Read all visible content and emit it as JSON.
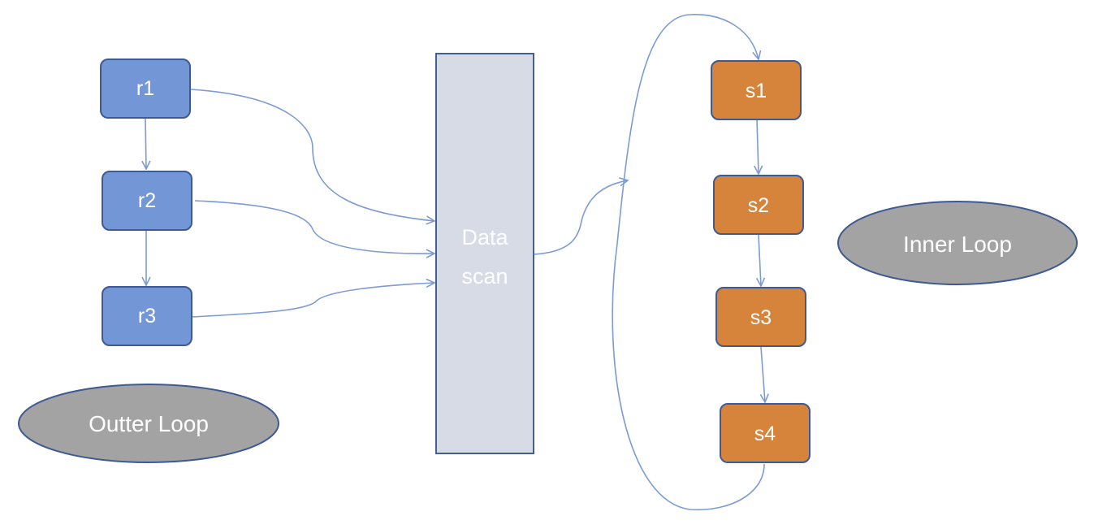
{
  "colors": {
    "outer_node_fill": "#7396d6",
    "outer_node_stroke": "#3e5a93",
    "inner_node_fill": "#d6843b",
    "inner_node_stroke": "#3e5a93",
    "scan_fill": "#d6dbe6",
    "scan_stroke": "#445f94",
    "ellipse_fill": "#a3a3a3",
    "ellipse_stroke": "#3e5a93",
    "edge": "#7c9bd6"
  },
  "outer_loop": {
    "label": "Outter Loop",
    "nodes": [
      "r1",
      "r2",
      "r3"
    ]
  },
  "data_scan": {
    "line1": "Data",
    "line2": "scan"
  },
  "inner_loop": {
    "label": "Inner Loop",
    "nodes": [
      "s1",
      "s2",
      "s3",
      "s4"
    ]
  }
}
